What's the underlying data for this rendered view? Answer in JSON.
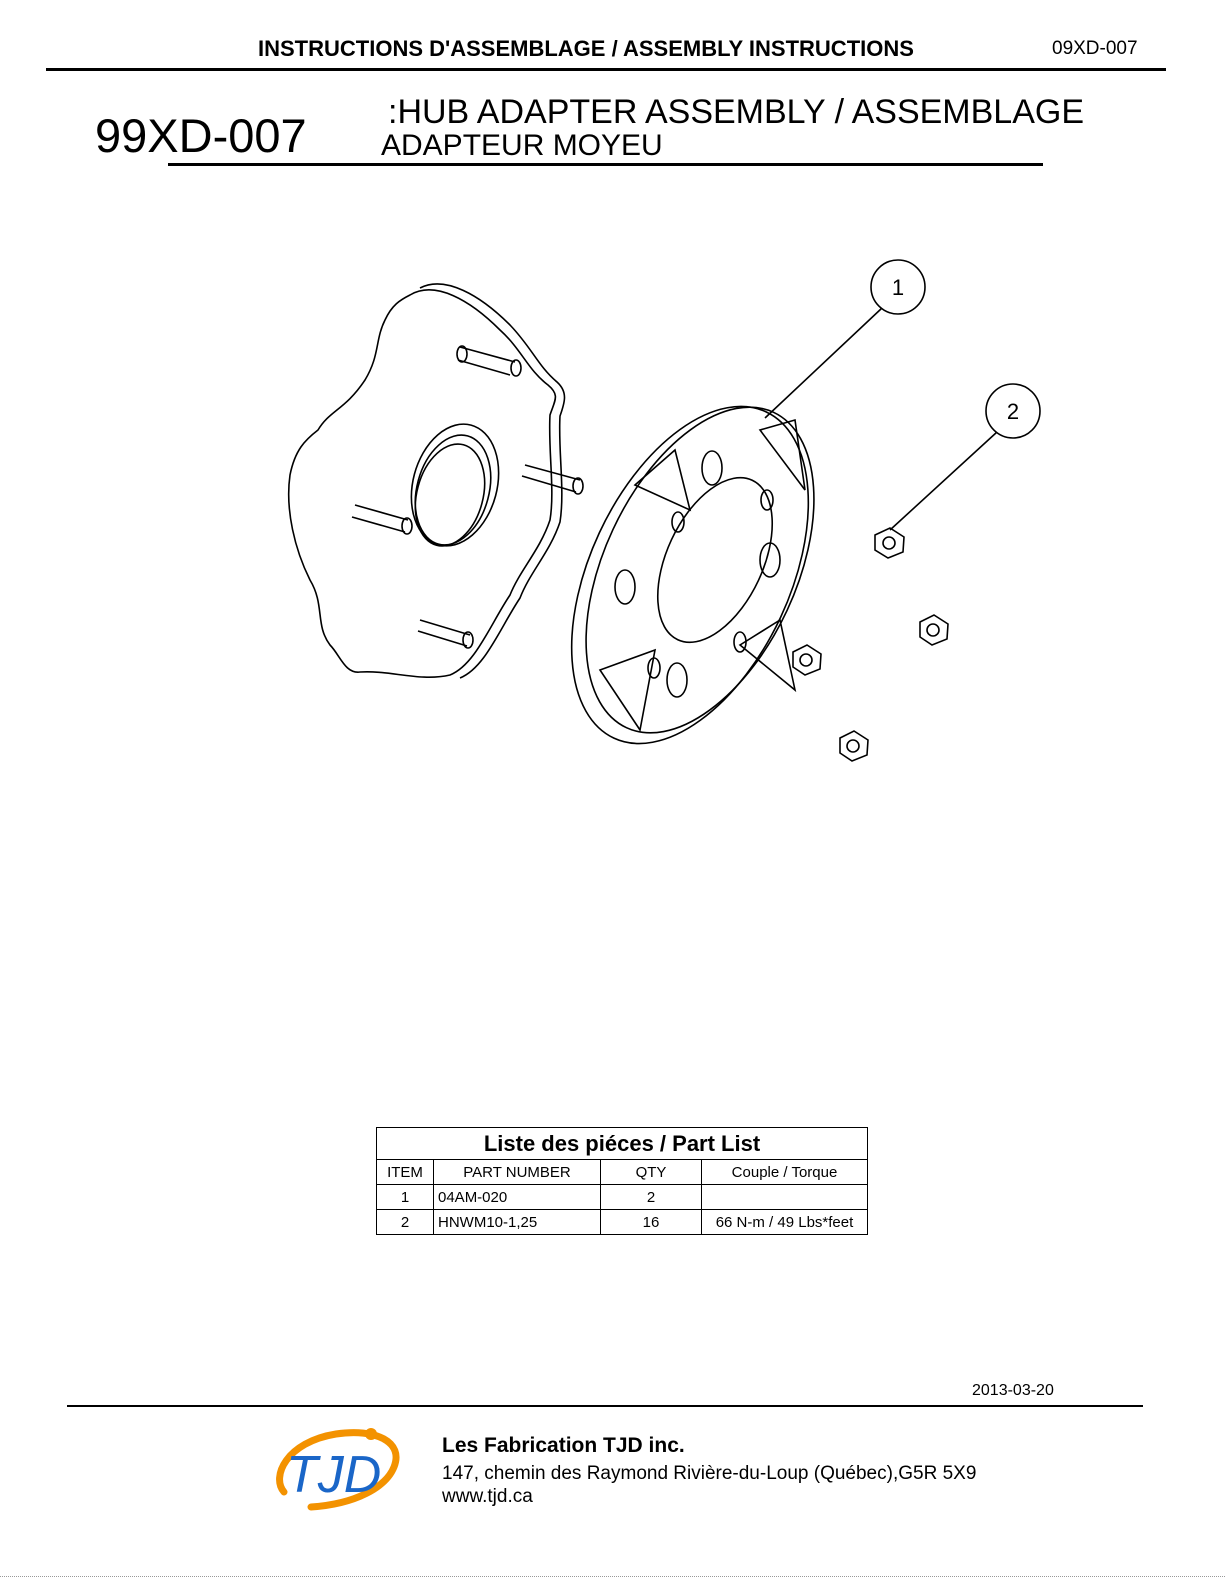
{
  "header": {
    "title": "INSTRUCTIONS D'ASSEMBLAGE / ASSEMBLY INSTRUCTIONS",
    "doc_code": "09XD-007"
  },
  "assembly": {
    "part_number": "99XD-007",
    "title_line1": ":HUB ADAPTER ASSEMBLY / ASSEMBLAGE",
    "title_line2": "ADAPTEUR MOYEU"
  },
  "drawing": {
    "balloons": [
      "1",
      "2"
    ]
  },
  "part_list": {
    "caption": "Liste des piéces / Part List",
    "columns": [
      "ITEM",
      "PART NUMBER",
      "QTY",
      "Couple / Torque"
    ],
    "rows": [
      {
        "item": "1",
        "part_number": "04AM-020",
        "qty": "2",
        "torque": ""
      },
      {
        "item": "2",
        "part_number": "HNWM10-1,25",
        "qty": "16",
        "torque": "66 N-m / 49 Lbs*feet"
      }
    ]
  },
  "footer": {
    "date": "2013-03-20",
    "company": "Les Fabrication TJD inc.",
    "address": "147, chemin des Raymond Rivière-du-Loup (Québec),G5R 5X9",
    "website": "www.tjd.ca",
    "logo_text": "TJD",
    "colors": {
      "logo_blue": "#1a66c8",
      "logo_orange": "#f39200"
    }
  }
}
